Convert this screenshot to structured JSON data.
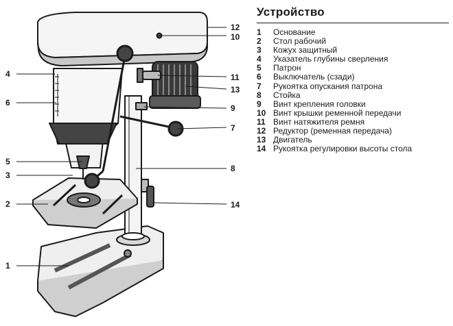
{
  "legend": {
    "title": "Устройство",
    "items": [
      {
        "num": "1",
        "text": "Основание"
      },
      {
        "num": "2",
        "text": "Стол рабочий"
      },
      {
        "num": "3",
        "text": "Кожух защитный"
      },
      {
        "num": "4",
        "text": "Указатель глубины сверления"
      },
      {
        "num": "5",
        "text": "Патрон"
      },
      {
        "num": "6",
        "text": "Выключатель (сзади)"
      },
      {
        "num": "7",
        "text": "Рукоятка опускания патрона"
      },
      {
        "num": "8",
        "text": "Стойка"
      },
      {
        "num": "9",
        "text": "Винт крепления головки"
      },
      {
        "num": "10",
        "text": "Винт крышки ременной передачи"
      },
      {
        "num": "11",
        "text": "Винт натяжителя ремня"
      },
      {
        "num": "12",
        "text": "Редуктор (ременная передача)"
      },
      {
        "num": "13",
        "text": "Двигатель"
      },
      {
        "num": "14",
        "text": "Рукоятка регулировки высоты стола"
      }
    ]
  },
  "callouts": {
    "c1": "1",
    "c2": "2",
    "c3": "3",
    "c4": "4",
    "c5": "5",
    "c6": "6",
    "c7": "7",
    "c8": "8",
    "c9": "9",
    "c10": "10",
    "c11": "11",
    "c12": "12",
    "c13": "13",
    "c14": "14"
  }
}
